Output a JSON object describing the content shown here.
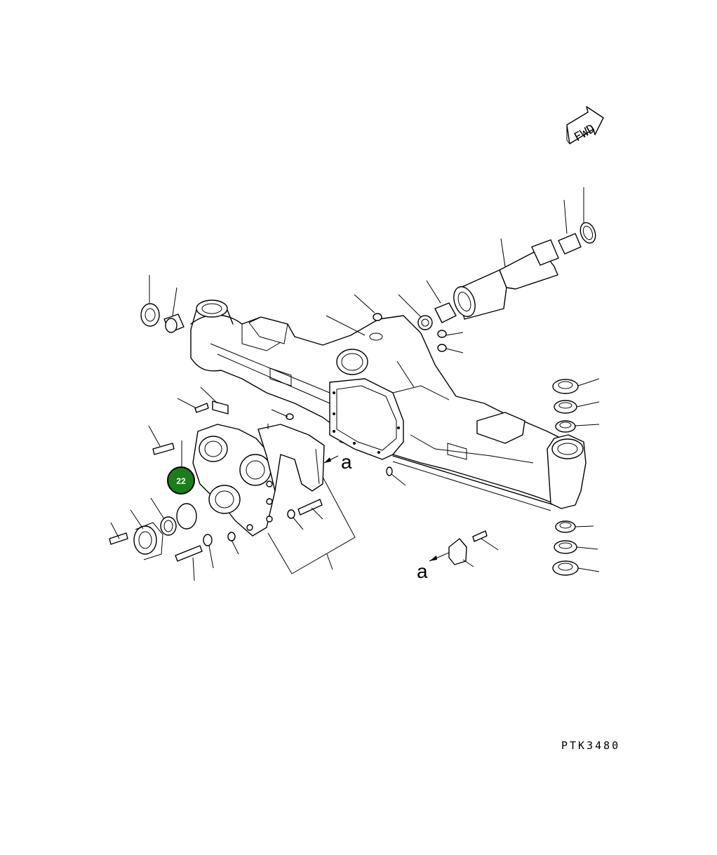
{
  "fwd_label": "FWD",
  "drawing_code": "PTK3480",
  "section_ref_label": "a",
  "callout_badge": {
    "number": "22",
    "color": "#1a7f1a",
    "ring": "#000000"
  }
}
